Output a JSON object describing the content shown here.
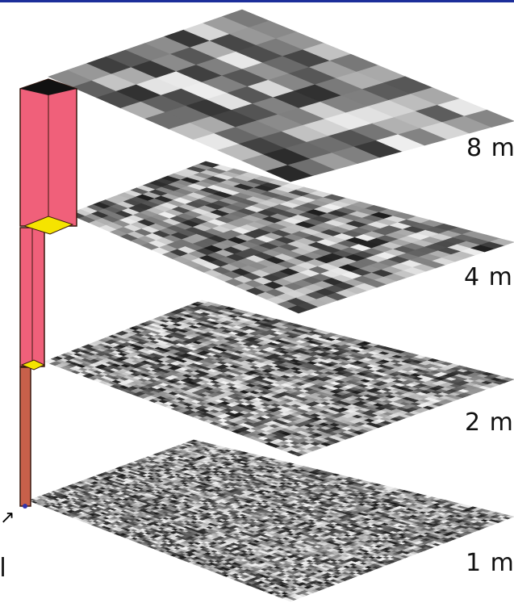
{
  "layers": [
    {
      "id": "8",
      "label": "8 m",
      "tone": "coarse"
    },
    {
      "id": "4",
      "label": "4 m",
      "tone": "medium"
    },
    {
      "id": "2",
      "label": "2 m",
      "tone": "fine"
    },
    {
      "id": "1",
      "label": "1 m",
      "tone": "finest"
    }
  ],
  "colors": {
    "header_bar": "#1c2e9a",
    "pyramid_column": "#f0607a",
    "pyramid_base": "#c8604a",
    "highlight": "#f5e400"
  },
  "icons": [
    "arrow-icon"
  ]
}
